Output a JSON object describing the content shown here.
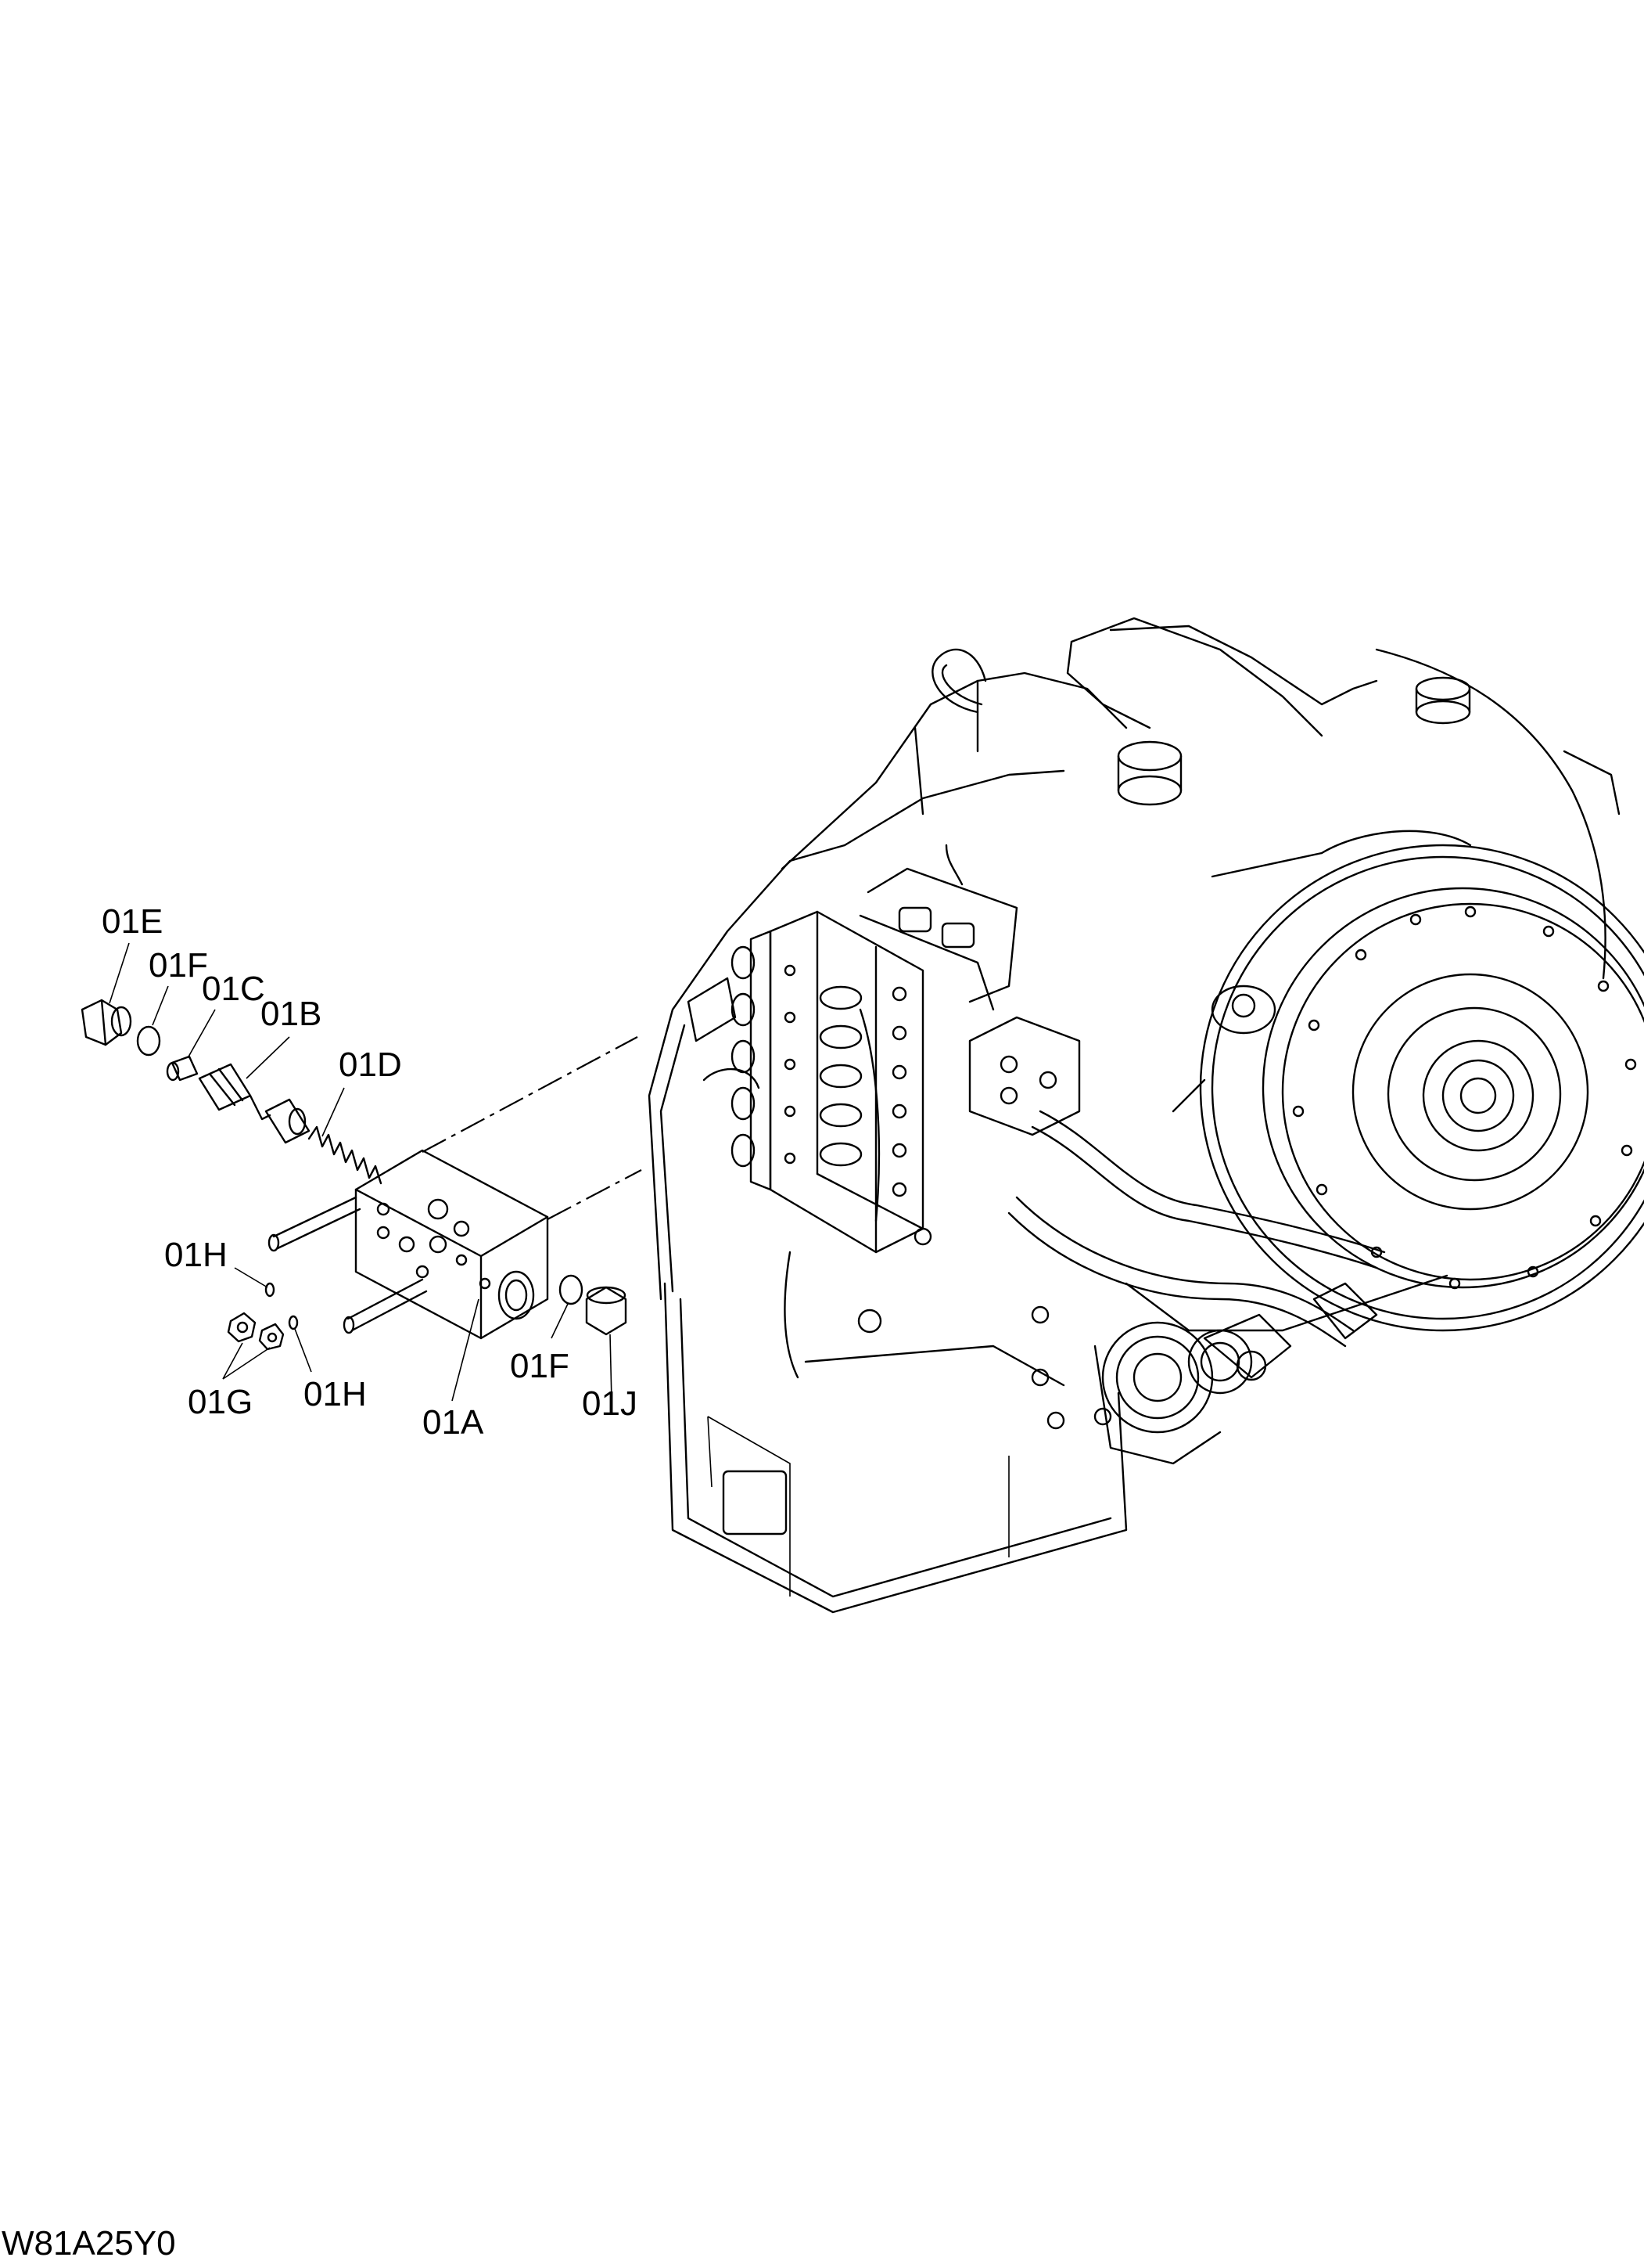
{
  "figure_code": "W81A25Y0",
  "part_labels": {
    "e": "01E",
    "f_top": "01F",
    "c": "01C",
    "b": "01B",
    "d": "01D",
    "h_left": "01H",
    "g": "01G",
    "h_bottom": "01H",
    "a": "01A",
    "f_bottom": "01F",
    "j": "01J"
  }
}
